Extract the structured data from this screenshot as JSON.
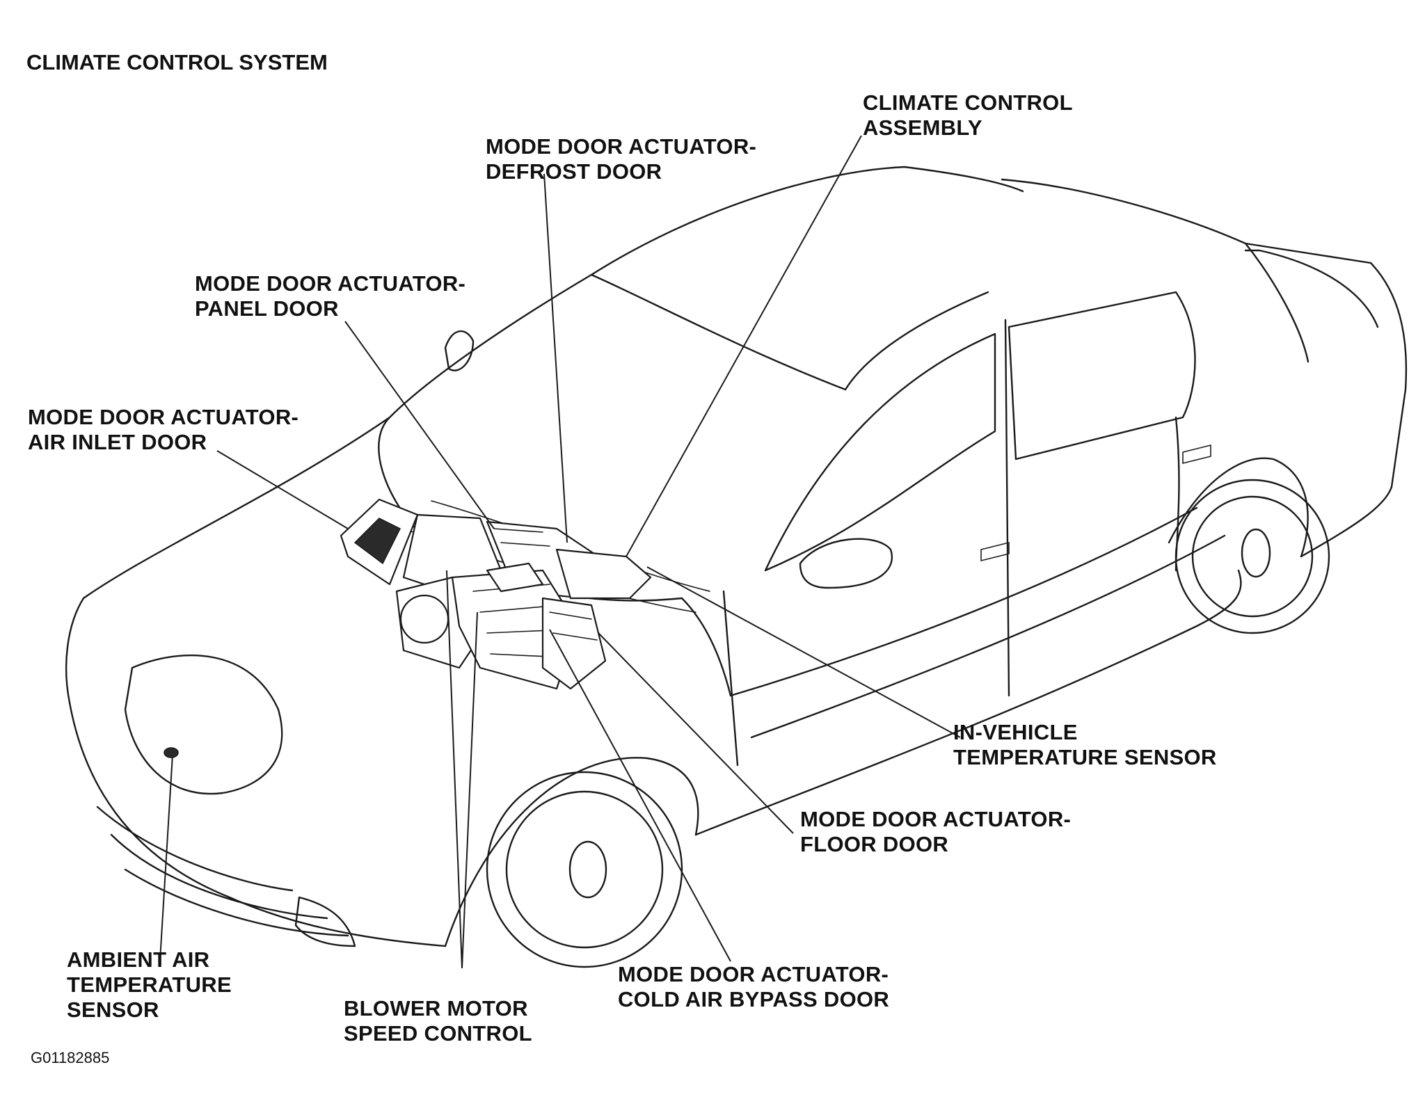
{
  "title": "CLIMATE CONTROL SYSTEM",
  "figure_id": "G01182885",
  "labels": {
    "climate_control_assembly": [
      "CLIMATE CONTROL",
      "ASSEMBLY"
    ],
    "defrost_door": [
      "MODE DOOR ACTUATOR-",
      "DEFROST DOOR"
    ],
    "panel_door": [
      "MODE DOOR ACTUATOR-",
      "PANEL DOOR"
    ],
    "air_inlet_door": [
      "MODE DOOR ACTUATOR-",
      "AIR INLET DOOR"
    ],
    "in_vehicle_sensor": [
      "IN-VEHICLE",
      "TEMPERATURE SENSOR"
    ],
    "floor_door": [
      "MODE DOOR ACTUATOR-",
      "FLOOR DOOR"
    ],
    "cold_air_bypass_door": [
      "MODE DOOR ACTUATOR-",
      "COLD AIR BYPASS DOOR"
    ],
    "ambient_air_sensor": [
      "AMBIENT AIR",
      "TEMPERATURE",
      "SENSOR"
    ],
    "blower_motor_speed_control": [
      "BLOWER MOTOR",
      "SPEED CONTROL"
    ]
  }
}
